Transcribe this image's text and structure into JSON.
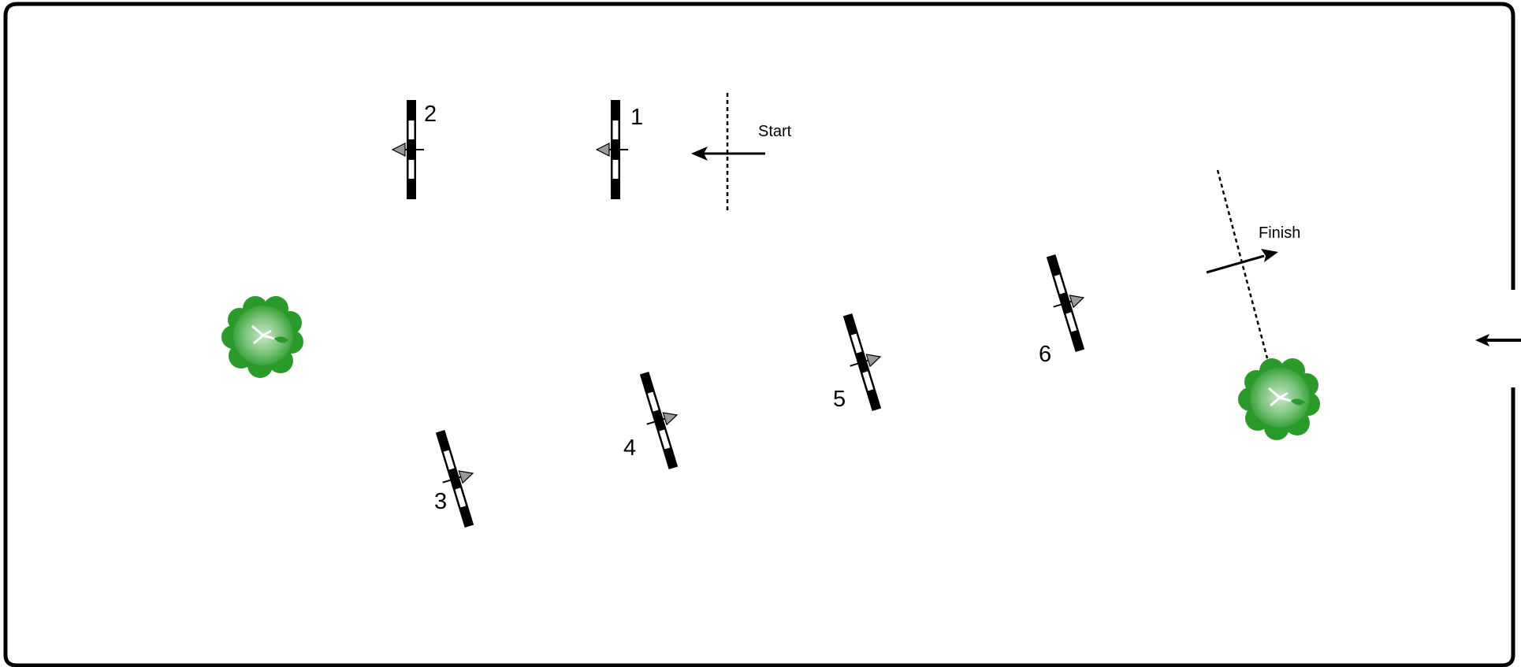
{
  "course": {
    "start_label": "Start",
    "finish_label": "Finish",
    "obstacles": [
      {
        "number": "1",
        "jump_direction": "left"
      },
      {
        "number": "2",
        "jump_direction": "left"
      },
      {
        "number": "3",
        "jump_direction": "right"
      },
      {
        "number": "4",
        "jump_direction": "right"
      },
      {
        "number": "5",
        "jump_direction": "right"
      },
      {
        "number": "6",
        "jump_direction": "right"
      }
    ],
    "decorations": [
      "shrub-icon",
      "shrub-icon"
    ],
    "entry_arrow_icon": "arrow-left-icon",
    "colors": {
      "outline": "#000000",
      "direction_flag": "#999999",
      "shrub_light": "#7cc47c",
      "shrub_dark": "#2a9a2a"
    }
  }
}
